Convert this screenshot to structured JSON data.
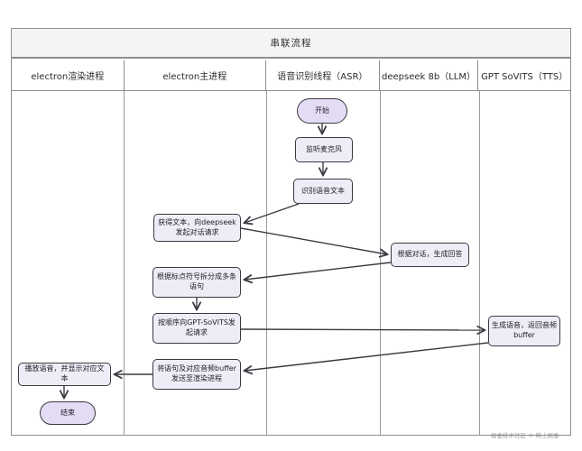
{
  "title": "串联流程",
  "lanes": [
    "electron渲染进程",
    "electron主进程",
    "语音识别线程（ASR）",
    "deepseek 8b（LLM）",
    "GPT SoVITS（TTS）"
  ],
  "nodes": {
    "start": "开始",
    "listen_mic": "监听麦克风",
    "recognize_speech": "识别语音文本",
    "request_deepseek": "获得文本，向deepseek发起对话请求",
    "generate_answer": "根据对话，生成回答",
    "split_sentences": "根据标点符号拆分成多条语句",
    "request_tts": "按顺序向GPT-SoVITS发起请求",
    "generate_audio": "生成语音，返回音频buffer",
    "send_to_renderer": "将语句及对应音频buffer发送至渲染进程",
    "play_audio": "播放语音，并显示对应文本",
    "end": "结束"
  },
  "watermark": "掘金技术社区 © 稀土掘金",
  "colors": {
    "stadium_fill": "#e4dcf5",
    "rect_fill": "#efecf8",
    "node_border": "#3a3a42",
    "table_border": "#8e8e8e",
    "title_bg": "#f4f4f4",
    "arrow": "#3a3a42"
  }
}
